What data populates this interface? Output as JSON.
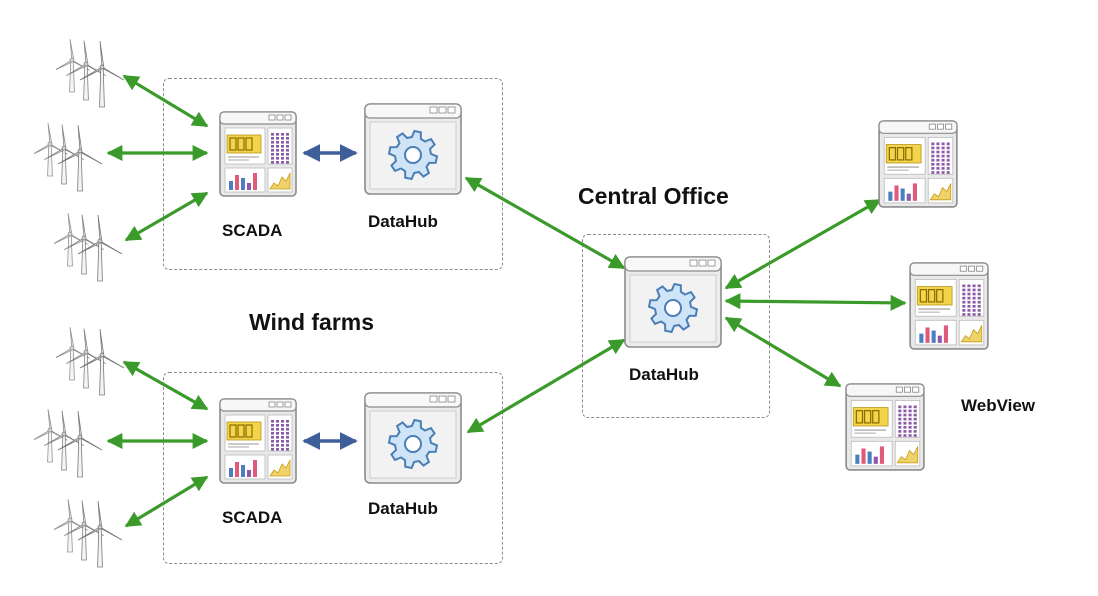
{
  "groups": {
    "wind_farms_label": "Wind farms",
    "central_office_label": "Central Office",
    "webview_label": "WebView"
  },
  "farm_top": {
    "scada_label": "SCADA",
    "datahub_label": "DataHub"
  },
  "farm_bottom": {
    "scada_label": "SCADA",
    "datahub_label": "DataHub"
  },
  "central": {
    "datahub_label": "DataHub"
  },
  "colors": {
    "link_green": "#3a9a2a",
    "link_blue": "#3f5f9a",
    "box_dash": "#8a8a8a",
    "gear_fill": "#cfe4f7",
    "gear_stroke": "#4a7fb5",
    "window_frame": "#8c8c8c"
  },
  "icons": [
    "wind-turbine-icon",
    "scada-dashboard-icon",
    "gear-icon",
    "web-dashboard-icon"
  ]
}
